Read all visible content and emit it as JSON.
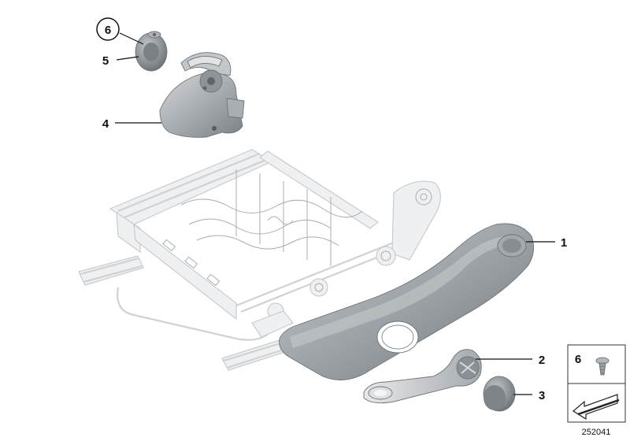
{
  "callouts": [
    {
      "id": "callout-1",
      "label": "1"
    },
    {
      "id": "callout-2",
      "label": "2"
    },
    {
      "id": "callout-3",
      "label": "3"
    },
    {
      "id": "callout-4",
      "label": "4"
    },
    {
      "id": "callout-5",
      "label": "5"
    },
    {
      "id": "callout-6",
      "label": "6"
    }
  ],
  "inset": {
    "label": "6"
  },
  "diagram_number": "252041",
  "colors": {
    "frame": "#e6e8e9",
    "part_dark": "#8d9296",
    "part_mid": "#b7bbbe",
    "part_light": "#d9dcde",
    "callout_text": "#111111"
  }
}
